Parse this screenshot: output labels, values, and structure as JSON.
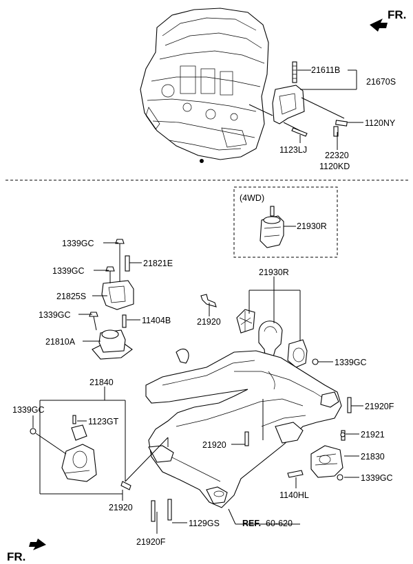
{
  "fr_top": "FR.",
  "fr_bottom": "FR.",
  "group_4wd": "(4WD)",
  "ref_prefix": "REF.",
  "ref_number": "60-620",
  "labels": {
    "p21611B": "21611B",
    "p21670S": "21670S",
    "p1120NY": "1120NY",
    "p1123LJ": "1123LJ",
    "p22320": "22320",
    "p1120KD": "1120KD",
    "p21930R_4wd": "21930R",
    "p1339GC_a": "1339GC",
    "p21821E": "21821E",
    "p1339GC_b": "1339GC",
    "p21825S": "21825S",
    "p1339GC_c": "1339GC",
    "p11404B": "11404B",
    "p21810A": "21810A",
    "p21930R": "21930R",
    "p21920_a": "21920",
    "p1339GC_d": "1339GC",
    "p21840": "21840",
    "p1339GC_e": "1339GC",
    "p1123GT": "1123GT",
    "p21920F_a": "21920F",
    "p21920_b": "21920",
    "p21921": "21921",
    "p21830": "21830",
    "p1339GC_f": "1339GC",
    "p1140HL": "1140HL",
    "p21920_c": "21920",
    "p1129GS": "1129GS",
    "p21920F_b": "21920F"
  }
}
